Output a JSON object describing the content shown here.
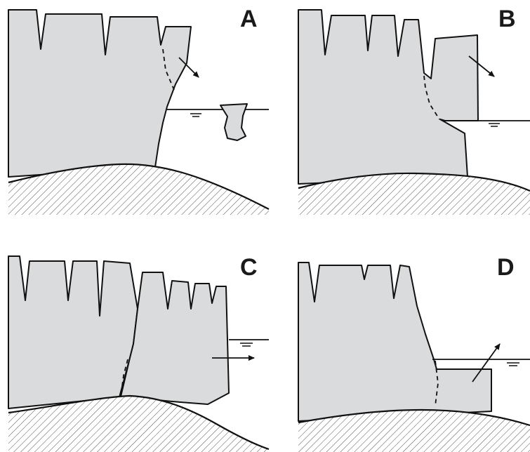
{
  "panels": [
    {
      "id": "A",
      "label": "A"
    },
    {
      "id": "B",
      "label": "B"
    },
    {
      "id": "C",
      "label": "C"
    },
    {
      "id": "D",
      "label": "D"
    }
  ],
  "colors": {
    "ice": "#d9dbdd",
    "outline": "#111111",
    "background": "#ffffff"
  }
}
